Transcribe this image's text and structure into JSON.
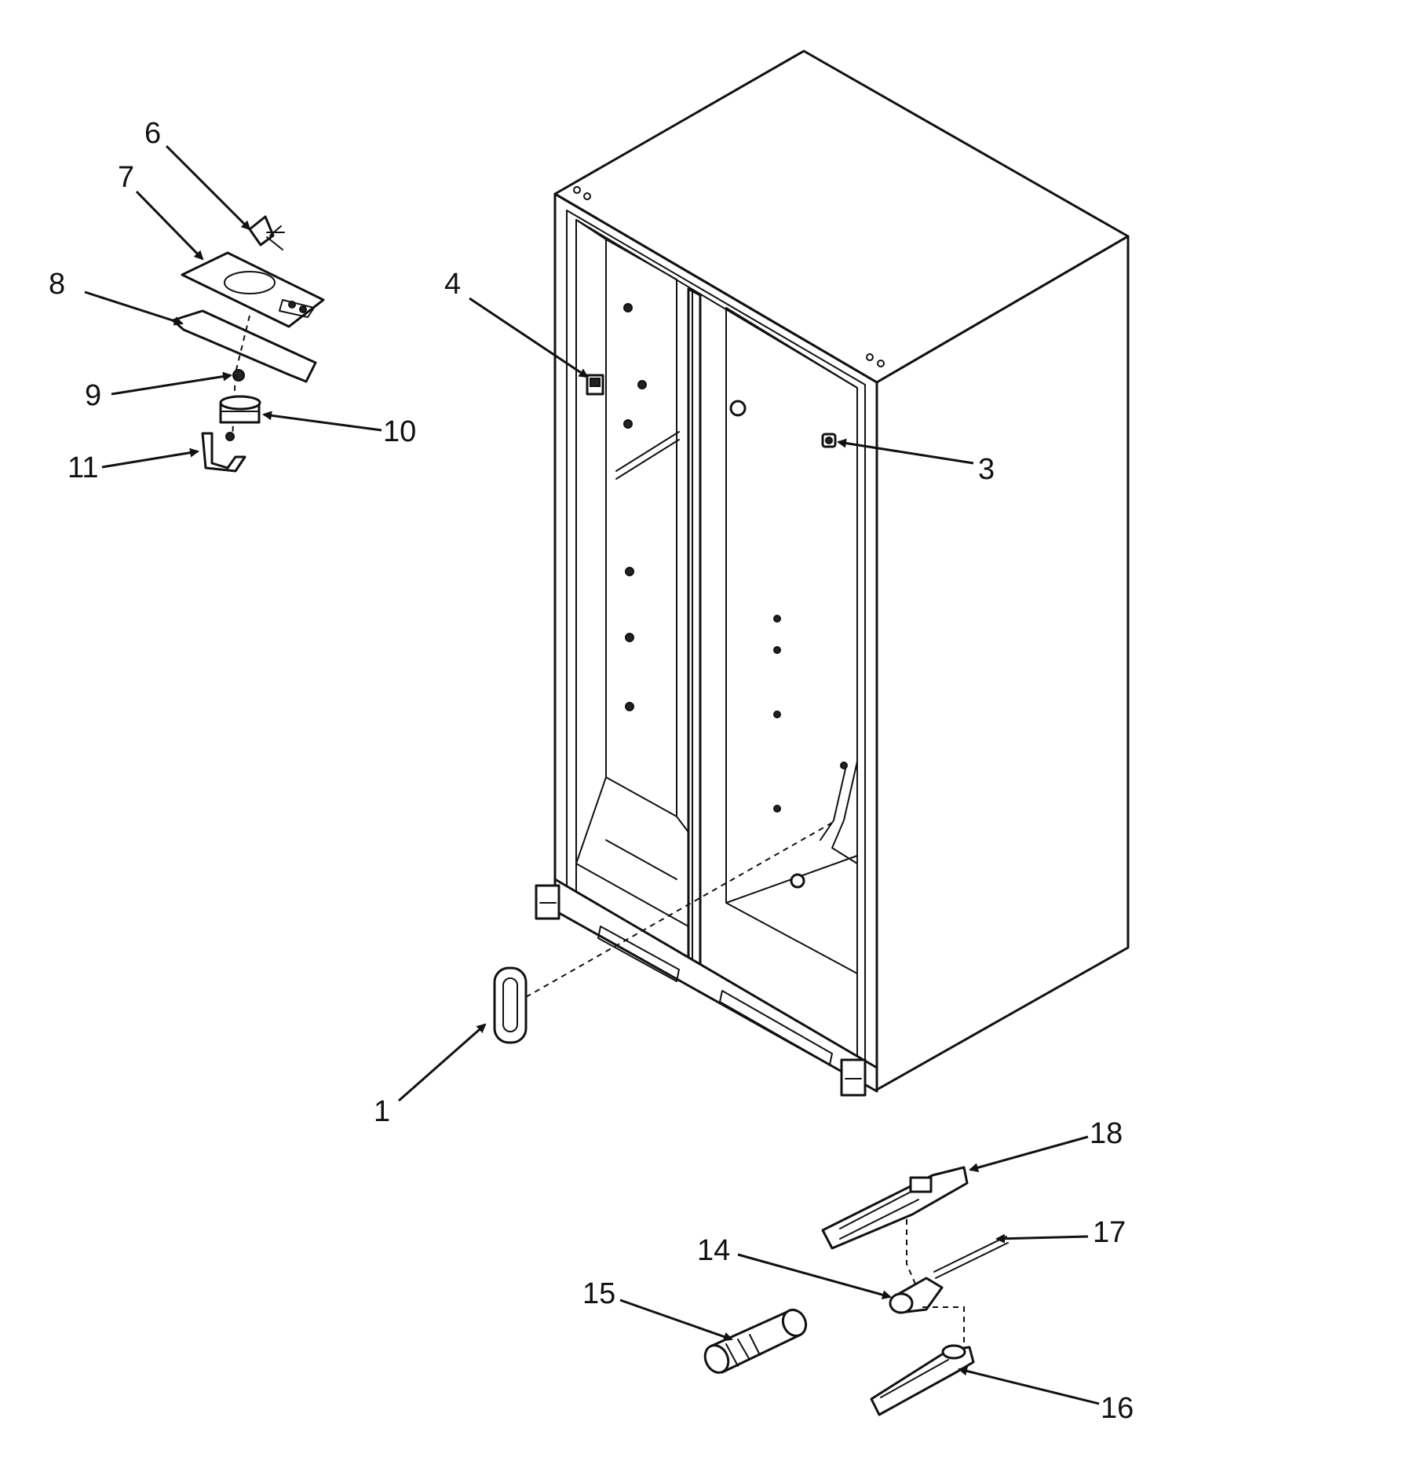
{
  "callouts": [
    {
      "id": "1",
      "label": "1"
    },
    {
      "id": "3",
      "label": "3"
    },
    {
      "id": "4",
      "label": "4"
    },
    {
      "id": "6",
      "label": "6"
    },
    {
      "id": "7",
      "label": "7"
    },
    {
      "id": "8",
      "label": "8"
    },
    {
      "id": "9",
      "label": "9"
    },
    {
      "id": "10",
      "label": "10"
    },
    {
      "id": "11",
      "label": "11"
    },
    {
      "id": "14",
      "label": "14"
    },
    {
      "id": "15",
      "label": "15"
    },
    {
      "id": "16",
      "label": "16"
    },
    {
      "id": "17",
      "label": "17"
    },
    {
      "id": "18",
      "label": "18"
    }
  ],
  "colors": {
    "ink": "#111111",
    "paper": "#ffffff"
  }
}
